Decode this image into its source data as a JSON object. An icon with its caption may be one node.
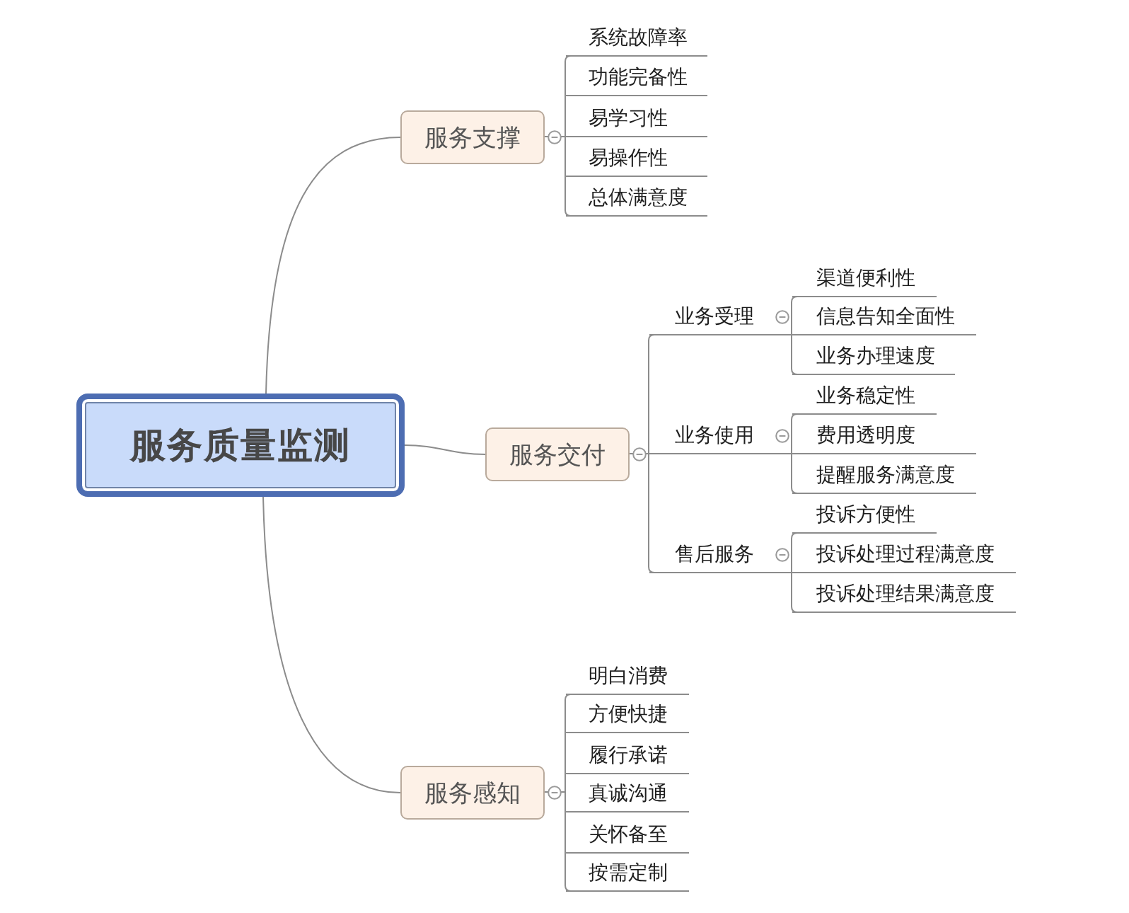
{
  "diagram": {
    "nodes": [
      {
        "text": [
          "服务质量监测"
        ]
      },
      {
        "text": [
          "服务支撑"
        ]
      },
      {
        "text": [
          "系统故障率"
        ]
      },
      {
        "text": [
          "功能完备性"
        ]
      },
      {
        "text": [
          "易学习性"
        ]
      },
      {
        "text": [
          "易操作性"
        ]
      },
      {
        "text": [
          "总体满意度"
        ]
      },
      {
        "text": [
          "服务交付"
        ]
      },
      {
        "text": [
          "业务受理"
        ]
      },
      {
        "text": [
          "渠道便利性"
        ]
      },
      {
        "text": [
          "信息告知全面性"
        ]
      },
      {
        "text": [
          "业务办理速度"
        ]
      },
      {
        "text": [
          "业务使用"
        ]
      },
      {
        "text": [
          "业务稳定性"
        ]
      },
      {
        "text": [
          "费用透明度"
        ]
      },
      {
        "text": [
          "提醒服务满意度"
        ]
      },
      {
        "text": [
          "售后服务"
        ]
      },
      {
        "text": [
          "投诉方便性"
        ]
      },
      {
        "text": [
          "投诉处理过程满意度"
        ]
      },
      {
        "text": [
          "投诉处理结果满意度"
        ]
      },
      {
        "text": [
          "服务感知"
        ]
      },
      {
        "text": [
          "明白消费"
        ]
      },
      {
        "text": [
          "方便快捷"
        ]
      },
      {
        "text": [
          "履行承诺"
        ]
      },
      {
        "text": [
          "真诚沟通"
        ]
      },
      {
        "text": [
          "关怀备至"
        ]
      },
      {
        "text": [
          "按需定制"
        ]
      }
    ],
    "edges": [
      {
        "from": 0,
        "to": 1,
        "arrow": "none"
      },
      {
        "from": 1,
        "to": 2,
        "arrow": "none"
      },
      {
        "from": 1,
        "to": 3,
        "arrow": "none"
      },
      {
        "from": 1,
        "to": 4,
        "arrow": "none"
      },
      {
        "from": 1,
        "to": 5,
        "arrow": "none"
      },
      {
        "from": 1,
        "to": 6,
        "arrow": "none"
      },
      {
        "from": 0,
        "to": 7,
        "arrow": "none"
      },
      {
        "from": 7,
        "to": 8,
        "arrow": "none"
      },
      {
        "from": 8,
        "to": 9,
        "arrow": "none"
      },
      {
        "from": 8,
        "to": 10,
        "arrow": "none"
      },
      {
        "from": 8,
        "to": 11,
        "arrow": "none"
      },
      {
        "from": 7,
        "to": 12,
        "arrow": "none"
      },
      {
        "from": 12,
        "to": 13,
        "arrow": "none"
      },
      {
        "from": 12,
        "to": 14,
        "arrow": "none"
      },
      {
        "from": 12,
        "to": 15,
        "arrow": "none"
      },
      {
        "from": 7,
        "to": 16,
        "arrow": "none"
      },
      {
        "from": 16,
        "to": 17,
        "arrow": "none"
      },
      {
        "from": 16,
        "to": 18,
        "arrow": "none"
      },
      {
        "from": 16,
        "to": 19,
        "arrow": "none"
      },
      {
        "from": 0,
        "to": 20,
        "arrow": "none"
      },
      {
        "from": 20,
        "to": 21,
        "arrow": "none"
      },
      {
        "from": 20,
        "to": 22,
        "arrow": "none"
      },
      {
        "from": 20,
        "to": 23,
        "arrow": "none"
      },
      {
        "from": 20,
        "to": 24,
        "arrow": "none"
      },
      {
        "from": 20,
        "to": 25,
        "arrow": "none"
      },
      {
        "from": 20,
        "to": 26,
        "arrow": "none"
      }
    ]
  }
}
